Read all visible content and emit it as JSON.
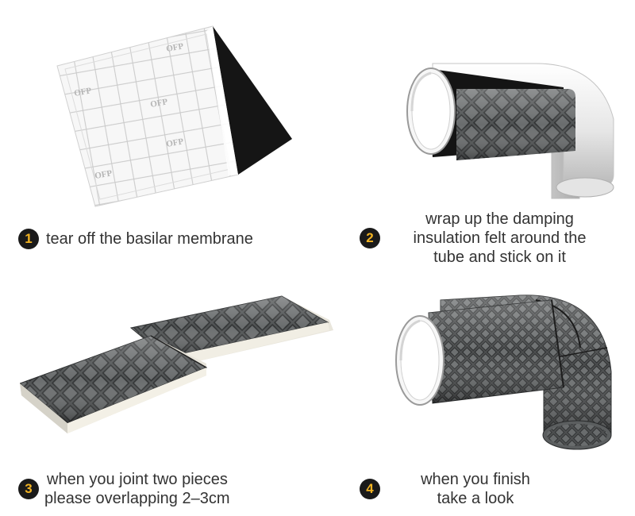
{
  "steps": [
    {
      "number": "1",
      "lines": [
        "tear off the basilar membrane"
      ]
    },
    {
      "number": "2",
      "lines": [
        "wrap up the damping",
        "insulation felt around the",
        "tube and stick on it"
      ]
    },
    {
      "number": "3",
      "lines": [
        "when you joint  two pieces",
        "please overlapping  2–3cm"
      ]
    },
    {
      "number": "4",
      "lines": [
        "when you finish",
        "take a look"
      ]
    }
  ],
  "illustration": {
    "liner_logo_text": "OFP"
  },
  "colors": {
    "badge_bg": "#1a1a1a",
    "badge_number": "#f2b322",
    "caption_text": "#333333",
    "felt": "#4d4f50",
    "pipe": "#eeeeee"
  }
}
